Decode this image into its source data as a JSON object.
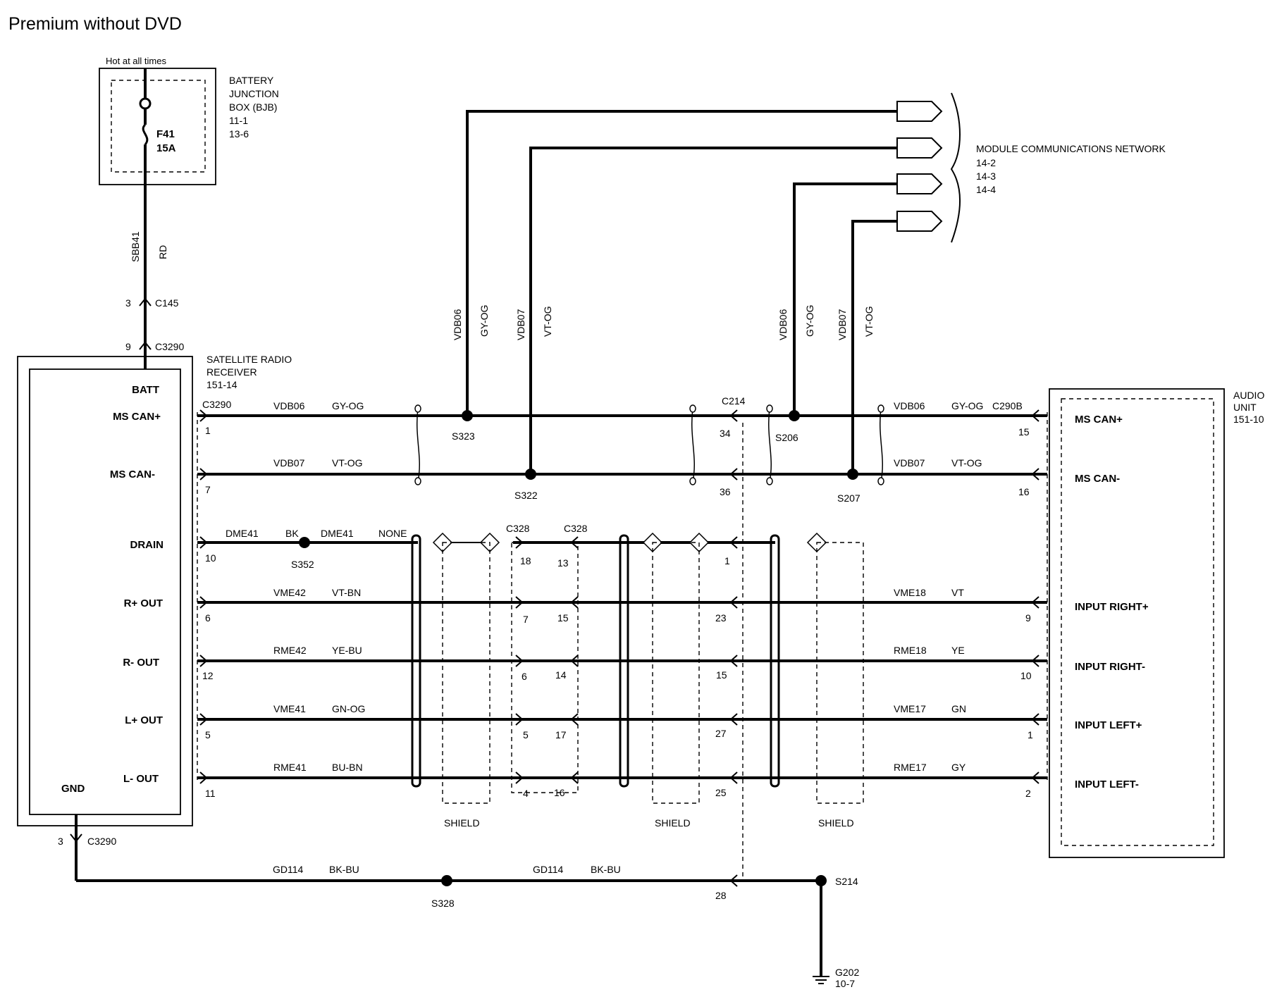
{
  "title": "Premium without DVD",
  "fuse_box": {
    "hot_label": "Hot at all times",
    "name_lines": [
      "BATTERY",
      "JUNCTION",
      "BOX (BJB)",
      "11-1",
      "13-6"
    ],
    "fuse_name": "F41",
    "fuse_rating": "15A"
  },
  "battery_wire": {
    "circuit": "SBB41",
    "color": "RD"
  },
  "connectors": {
    "c145_pin": "3",
    "c145": "C145",
    "c3290_batt_pin": "9",
    "c3290": "C3290",
    "c3290_gnd_pin": "3",
    "c214": "C214",
    "c290b": "C290B",
    "c328": "C328"
  },
  "satellite_receiver": {
    "name_lines": [
      "SATELLITE  RADIO",
      "RECEIVER",
      "151-14"
    ],
    "pins": [
      "BATT",
      "MS CAN+",
      "MS CAN-",
      "DRAIN",
      "R+ OUT",
      "R- OUT",
      "L+ OUT",
      "L- OUT",
      "GND"
    ]
  },
  "audio_unit": {
    "name_lines": [
      "AUDIO",
      "UNIT",
      "151-10"
    ],
    "pins": [
      "MS CAN+",
      "MS CAN-",
      "INPUT RIGHT+",
      "INPUT RIGHT-",
      "INPUT LEFT+",
      "INPUT LEFT-"
    ]
  },
  "network": {
    "name": "MODULE COMMUNICATIONS NETWORK",
    "refs": [
      "14-2",
      "14-3",
      "14-4"
    ]
  },
  "riser_labels": [
    {
      "circuit": "VDB06",
      "color": "GY-OG"
    },
    {
      "circuit": "VDB07",
      "color": "VT-OG"
    },
    {
      "circuit": "VDB06",
      "color": "GY-OG"
    },
    {
      "circuit": "VDB07",
      "color": "VT-OG"
    }
  ],
  "rows": [
    {
      "left_pin": "1",
      "left_circuit": "VDB06",
      "left_color": "GY-OG",
      "splice_a": "S323",
      "c214_pin": "34",
      "splice_b": "S206",
      "right_circuit": "VDB06",
      "right_color": "GY-OG",
      "right_pin": "15"
    },
    {
      "left_pin": "7",
      "left_circuit": "VDB07",
      "left_color": "VT-OG",
      "splice_a": "S322",
      "c214_pin": "36",
      "splice_b": "S207",
      "right_circuit": "VDB07",
      "right_color": "VT-OG",
      "right_pin": "16"
    },
    {
      "left_pin": "10",
      "left_circuit": "DME41",
      "left_color": "BK",
      "splice_a": "S352",
      "mid_circuit": "DME41",
      "mid_color": "NONE",
      "c328_a_pin": "18",
      "c328_b_pin": "13",
      "c214_pin": "1"
    },
    {
      "left_pin": "6",
      "left_circuit": "VME42",
      "left_color": "VT-BN",
      "c328_a_pin": "7",
      "c328_b_pin": "15",
      "c214_pin": "23",
      "right_circuit": "VME18",
      "right_color": "VT",
      "right_pin": "9"
    },
    {
      "left_pin": "12",
      "left_circuit": "RME42",
      "left_color": "YE-BU",
      "c328_a_pin": "6",
      "c328_b_pin": "14",
      "c214_pin": "15",
      "right_circuit": "RME18",
      "right_color": "YE",
      "right_pin": "10"
    },
    {
      "left_pin": "5",
      "left_circuit": "VME41",
      "left_color": "GN-OG",
      "c328_a_pin": "5",
      "c328_b_pin": "17",
      "c214_pin": "27",
      "right_circuit": "VME17",
      "right_color": "GN",
      "right_pin": "1"
    },
    {
      "left_pin": "11",
      "left_circuit": "RME41",
      "left_color": "BU-BN",
      "c328_a_pin": "4",
      "c328_b_pin": "16",
      "c214_pin": "25",
      "right_circuit": "RME17",
      "right_color": "GY",
      "right_pin": "2"
    }
  ],
  "shield_label": "SHIELD",
  "ground": {
    "circuit": "GD114",
    "color": "BK-BU",
    "circuit2": "GD114",
    "color2": "BK-BU",
    "splice": "S328",
    "c214_pin": "28",
    "splice_right": "S214",
    "ground_point": "G202",
    "ground_ref": "10-7"
  }
}
